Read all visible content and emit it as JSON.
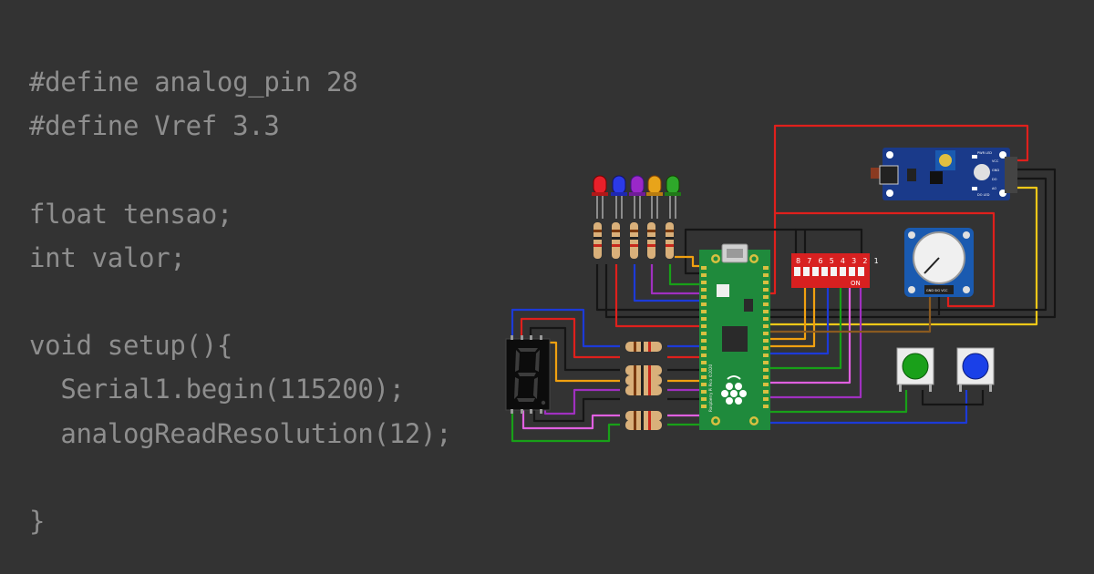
{
  "code": {
    "lines": [
      "#define analog_pin 28",
      "#define Vref 3.3",
      "",
      "float tensao;",
      "int valor;",
      "",
      "void setup(){",
      "  Serial1.begin(115200);",
      "  analogReadResolution(12);",
      "",
      "}"
    ]
  },
  "circuit": {
    "board_label": "Raspberry Pi Pico ©2020",
    "dip_switch_numbers": "8 7 6 5 4 3 2 1",
    "dip_switch_on_label": "ON",
    "sensor_pins": [
      "VCC",
      "GND",
      "DO",
      "AO"
    ],
    "sensor_led_labels": [
      "PWR LED",
      "DO LED"
    ],
    "pot_pins": "GND SIG VCC",
    "led_colors": [
      "#e8202a",
      "#2b3ae8",
      "#9a28c8",
      "#e8a41a",
      "#2ea82a"
    ],
    "button_colors": [
      "#1aa01a",
      "#1a40e8"
    ],
    "wire_colors": {
      "red": "#e0201c",
      "black": "#151515",
      "blue": "#1c3ad8",
      "green": "#18a018",
      "orange": "#f0a010",
      "yellow": "#f0c818",
      "purple": "#a030c0",
      "pink": "#e060e0",
      "brown": "#8a5a20"
    }
  }
}
